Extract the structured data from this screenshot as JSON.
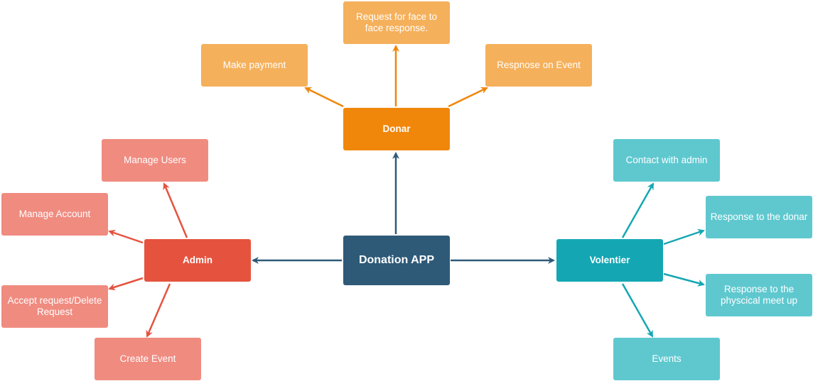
{
  "colors": {
    "center": "#2e5a78",
    "donar": "#f0870b",
    "donar_child": "#f5b05b",
    "admin": "#e5533f",
    "admin_child": "#f08b80",
    "volentier": "#14a7b3",
    "volentier_child": "#5fc8cf",
    "edge_center": "#2e5a78",
    "edge_donar": "#f0870b",
    "edge_admin": "#e5533f",
    "edge_volentier": "#14a7b3"
  },
  "nodes": {
    "center": "Donation APP",
    "donar": "Donar",
    "donar_face": "Request for face to\nface response.",
    "donar_payment": "Make payment",
    "donar_event": "Respnose on Event",
    "admin": "Admin",
    "admin_users": "Manage Users",
    "admin_account": "Manage Account",
    "admin_accept": "Accept request/Delete\nRequest",
    "admin_event": "Create Event",
    "volentier": "Volentier",
    "vol_contact": "Contact with admin",
    "vol_donar": "Response to the donar",
    "vol_meet": "Response to the\nphyscical meet up",
    "vol_events": "Events"
  }
}
